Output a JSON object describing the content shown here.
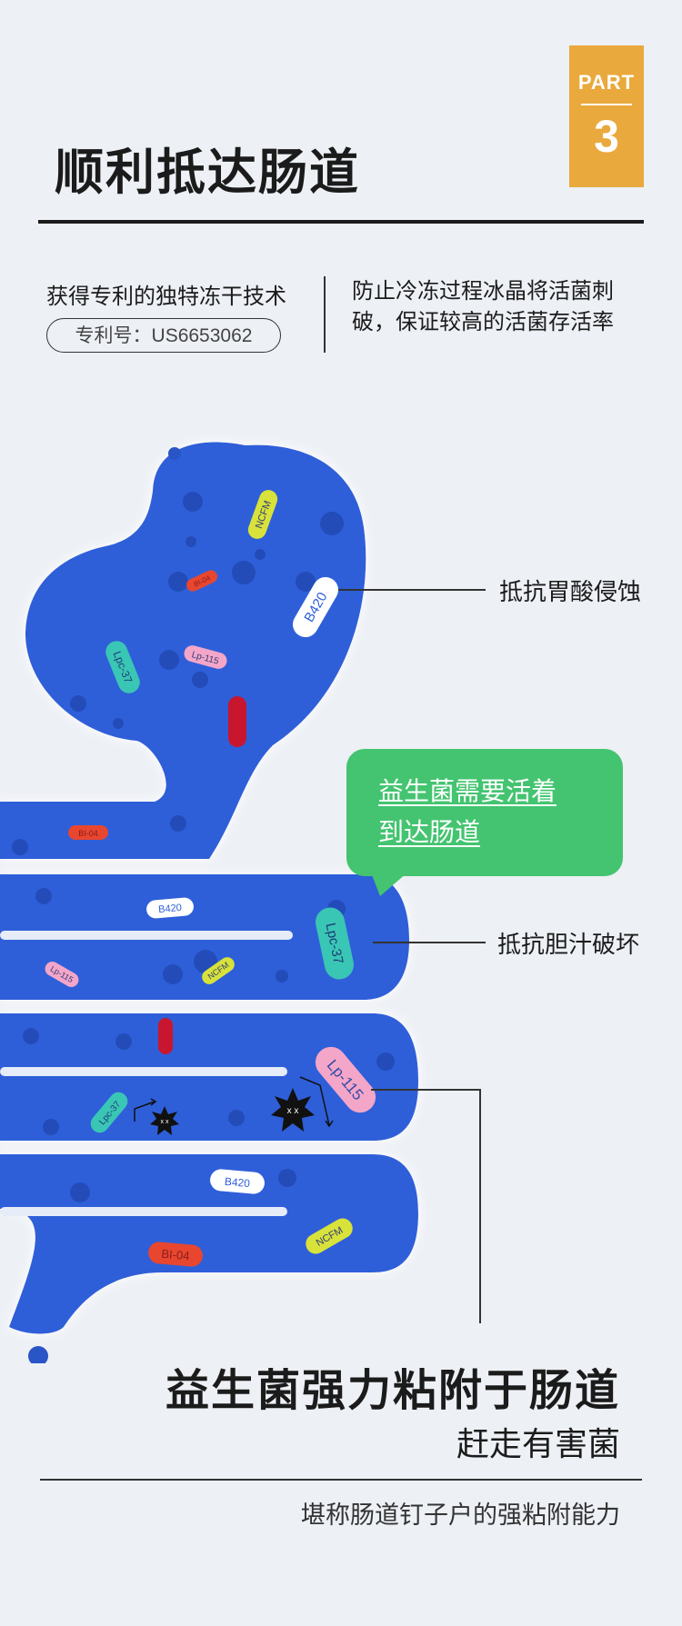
{
  "badge": {
    "part_label": "PART",
    "number": "3"
  },
  "title": "顺利抵达肠道",
  "feature": {
    "text": "获得专利的独特冻干技术",
    "patent": "专利号：US6653062"
  },
  "description": [
    "防止冷冻过程冰晶将活菌刺",
    "破，保证较高的活菌存活率"
  ],
  "bubble": [
    "益生菌需要活着",
    "到达肠道"
  ],
  "callouts": {
    "stomach_acid": "抵抗胃酸侵蚀",
    "bile": "抵抗胆汁破坏"
  },
  "strains": {
    "ncfm": "NCFM",
    "bi04": "BI-04",
    "b420": "B420",
    "lp115": "Lp-115",
    "lpc37": "Lpc-37"
  },
  "colors": {
    "gut_blue": "#2f5fd9",
    "bubble_green": "#44c470",
    "badge_orange": "#e9a93c",
    "ncfm": "#d8e23a",
    "bi04": "#e8462f",
    "b420": "#ffffff",
    "lp115": "#f4a6c8",
    "lpc37": "#3ac6b4",
    "red_strain": "#c8162e"
  },
  "headline": "益生菌强力粘附于肠道",
  "subheadline": "赶走有害菌",
  "footer": "堪称肠道钉子户的强粘附能力"
}
